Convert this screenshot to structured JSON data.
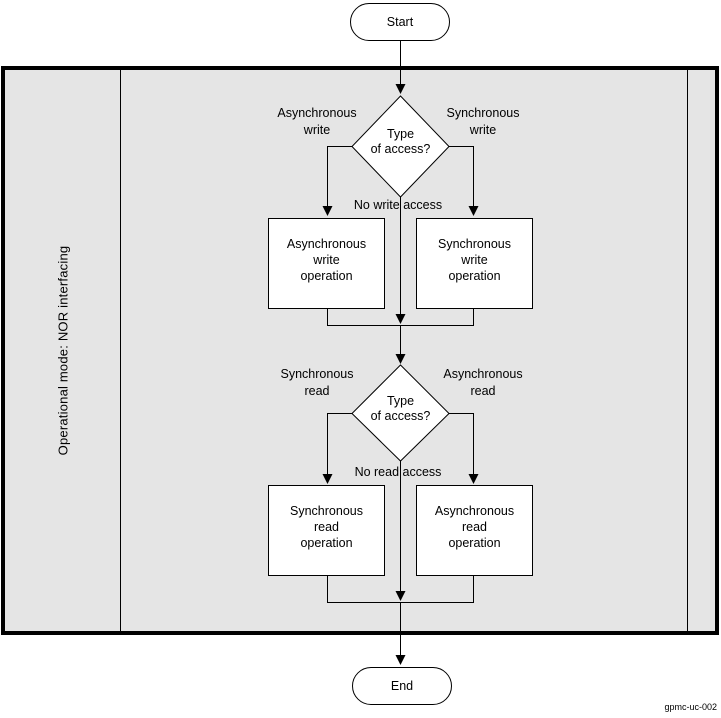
{
  "diagram": {
    "title_caption": "gpmc-uc-002",
    "lane_label": "Operational mode: NOR interfacing",
    "start_label": "Start",
    "end_label": "End",
    "decision1": {
      "question": "Type\nof access?",
      "left_branch": "Asynchronous\nwrite",
      "right_branch": "Synchronous\nwrite",
      "down_branch": "No write access",
      "left_box": "Asynchronous\nwrite\noperation",
      "right_box": "Synchronous\nwrite\noperation"
    },
    "decision2": {
      "question": "Type\nof access?",
      "left_branch": "Synchronous\nread",
      "right_branch": "Asynchronous\nread",
      "down_branch": "No read access",
      "left_box": "Synchronous\nread\noperation",
      "right_box": "Asynchronous\nread\noperation"
    },
    "colors": {
      "lane_fill": "#e5e5e5",
      "node_fill": "#ffffff",
      "line": "#000000",
      "background": "#ffffff"
    }
  }
}
